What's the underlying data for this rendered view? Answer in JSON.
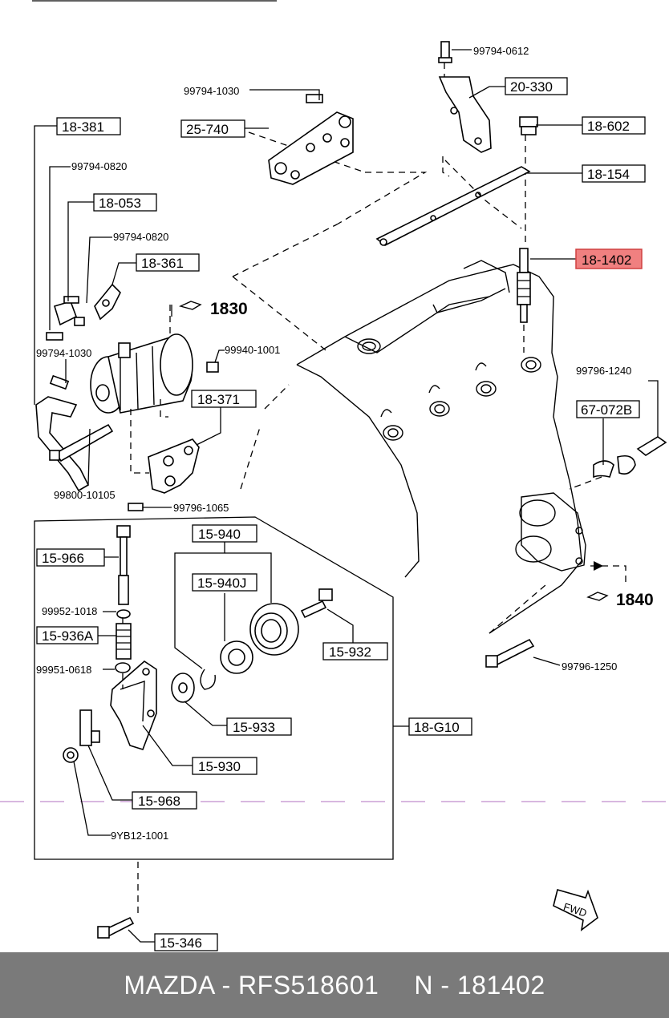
{
  "labels": {
    "l99794_0612": "99794-0612",
    "l20_330": "20-330",
    "l99794_1030_top": "99794-1030",
    "l25_740": "25-740",
    "l18_602": "18-602",
    "l18_381": "18-381",
    "l18_154": "18-154",
    "l99794_0820_a": "99794-0820",
    "l18_053": "18-053",
    "l99794_0820_b": "99794-0820",
    "l18_361": "18-361",
    "l18_1402": "18-1402",
    "l1830": "1830",
    "l99940_1001": "99940-1001",
    "l99794_1030_b": "99794-1030",
    "l99796_1240": "99796-1240",
    "l18_371": "18-371",
    "l67_072B": "67-072B",
    "l99800_10105": "99800-10105",
    "l99796_1065": "99796-1065",
    "l15_940": "15-940",
    "l15_966": "15-966",
    "l15_940J": "15-940J",
    "l1840": "1840",
    "l99952_1018": "99952-1018",
    "l15_936A": "15-936A",
    "l15_932": "15-932",
    "l99951_0618": "99951-0618",
    "l99796_1250": "99796-1250",
    "l15_933": "15-933",
    "l18_G10": "18-G10",
    "l15_930": "15-930",
    "l15_968": "15-968",
    "l9YB12_1001": "9YB12-1001",
    "l15_346": "15-346",
    "lFWD": "FWD"
  },
  "highlight_color": "#f08080",
  "footer": {
    "brand": "MAZDA - RFS518601",
    "number": "N - 181402"
  }
}
